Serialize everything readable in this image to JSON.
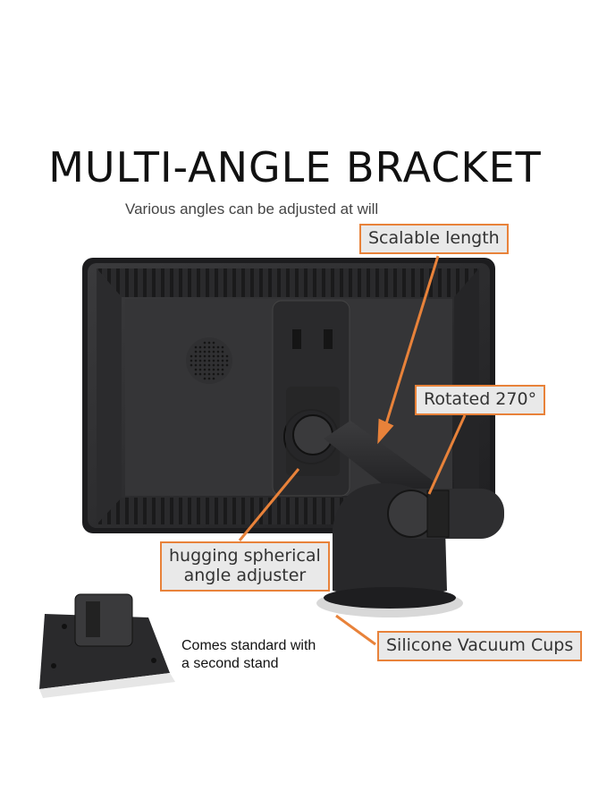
{
  "title": "MULTI-ANGLE BRACKET",
  "subtitle": "Various angles can be adjusted at will",
  "callouts": {
    "scalable_length": "Scalable length",
    "rotated": "Rotated 270°",
    "spherical_line1": "hugging spherical",
    "spherical_line2": "angle adjuster",
    "suction": "Silicone Vacuum Cups"
  },
  "note": {
    "line1": "Comes standard with",
    "line2": "a second stand"
  },
  "colors": {
    "accent": "#e8823a",
    "callout_bg": "#e9e9e9",
    "device": "#2f2f31"
  }
}
